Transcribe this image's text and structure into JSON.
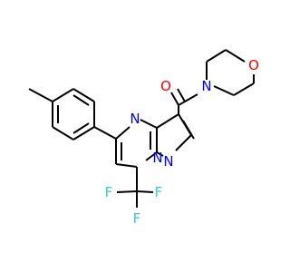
{
  "colors": {
    "carbon_bond": "#000000",
    "nitrogen": "#0000FF",
    "oxygen": "#FF0000",
    "fluorine": "#33CCCC",
    "background": "#FFFFFF"
  },
  "atoms": {
    "n1": "N",
    "n2": "N",
    "n3": "N",
    "n4": "N",
    "o_carbonyl": "O",
    "o_ring": "O",
    "f1": "F",
    "f2": "F",
    "f3": "F"
  }
}
